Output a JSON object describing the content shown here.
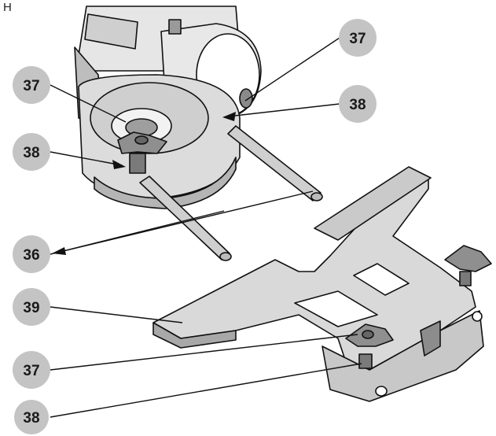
{
  "figure_letter": "H",
  "callouts": [
    "37",
    "38",
    "37",
    "38",
    "36",
    "39",
    "37",
    "38"
  ],
  "colors": {
    "callout_fill": "#c4c4c4",
    "part_fill": "#d6d6d6",
    "part_fill_dark": "#a9a9a9",
    "outline": "#111111"
  }
}
